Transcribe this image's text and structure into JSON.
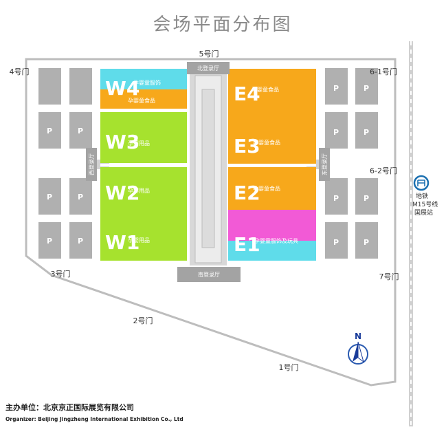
{
  "title": "会场平面分布图",
  "gates": {
    "g5": "5号门",
    "g4": "4号门",
    "g6_1": "6-1号门",
    "g6_2": "6-2号门",
    "g3": "3号门",
    "g7": "7号门",
    "g2": "2号门",
    "g1": "1号门"
  },
  "lobbies": {
    "north": "北登录厅",
    "south": "南登录厅",
    "west": "西登录厅",
    "east": "东登录厅"
  },
  "halls": {
    "w4": {
      "code": "W4",
      "name_top": "孕婴童服饰",
      "name_bottom": "孕婴童食品"
    },
    "w3": {
      "code": "W3",
      "name": "孕婴用品"
    },
    "w2": {
      "code": "W2",
      "name": "孕婴用品"
    },
    "w1": {
      "code": "W1",
      "name": "孕婴用品"
    },
    "e4": {
      "code": "E4",
      "name": "孕婴童食品"
    },
    "e3": {
      "code": "E3",
      "name": "孕婴童食品"
    },
    "e2": {
      "code": "E2",
      "name": "孕婴童食品"
    },
    "e1": {
      "code": "E1",
      "name": "孕婴童服饰及玩具"
    }
  },
  "parking_label": "P",
  "metro": {
    "line1": "地铁",
    "line2": "M15号线",
    "line3": "国展站"
  },
  "compass": "N",
  "organizer": {
    "cn": "主办单位：北京京正国际展览有限公司",
    "en": "Organizer: Beijing Jingzheng International Exhibition Co., Ltd"
  },
  "colors": {
    "green": "#a6e22e",
    "orange": "#f7a81b",
    "cyan": "#5fdcea",
    "magenta": "#f25ad6",
    "gray": "#a3a3a3",
    "light_gray": "#c9c9c9",
    "metro_blue": "#1a6fb0"
  }
}
